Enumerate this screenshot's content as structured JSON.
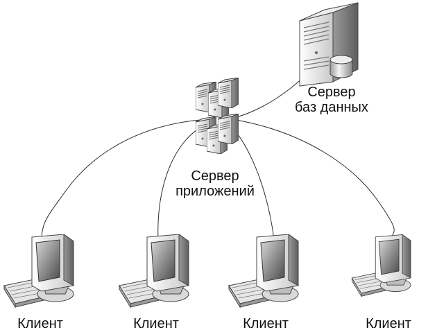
{
  "db_server": {
    "label_line1": "Сервер",
    "label_line2": "баз данных"
  },
  "app_server": {
    "label_line1": "Сервер",
    "label_line2": "приложений"
  },
  "clients": [
    {
      "label": "Клиент"
    },
    {
      "label": "Клиент"
    },
    {
      "label": "Клиент"
    },
    {
      "label": "Клиент"
    }
  ],
  "colors": {
    "line": "#2b2b2b",
    "device_light": "#f2f2f2",
    "device_dark": "#8a8a8a",
    "screen": "#6b6b6b"
  }
}
